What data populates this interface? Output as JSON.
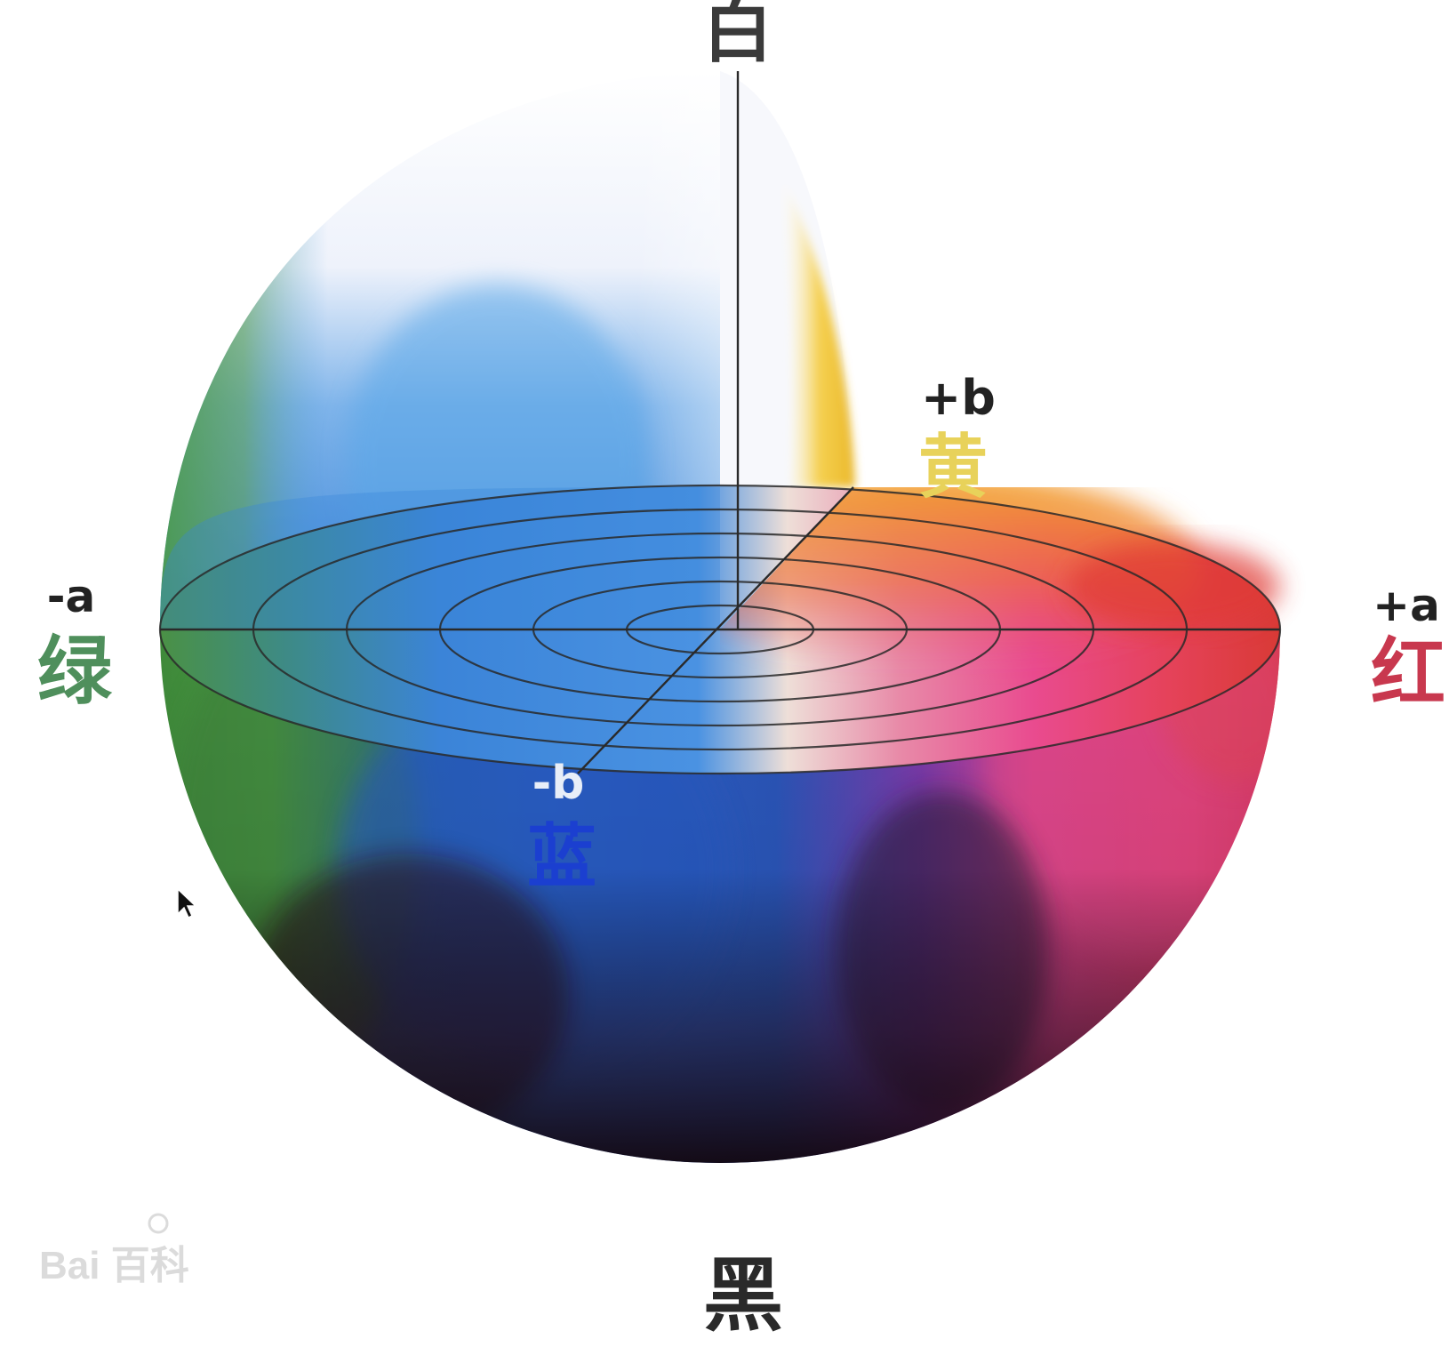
{
  "diagram": {
    "top_label": "白",
    "bottom_label": "黑",
    "axis_plus_a": "+a",
    "axis_minus_a": "-a",
    "axis_plus_b": "+b",
    "axis_minus_b": "-b",
    "color_red": "红",
    "color_green": "绿",
    "color_yellow": "黄",
    "color_blue": "蓝",
    "watermark": "Bai 百科"
  },
  "colors": {
    "label_text": "#3a3a3a",
    "green_label": "#4f8f5c",
    "red_label": "#c8384e",
    "yellow_label": "#e8d25a",
    "blue_label": "#1b3fd0",
    "ring_stroke": "#2a2a2a"
  },
  "icons": {
    "cursor": "mouse-pointer-icon"
  }
}
